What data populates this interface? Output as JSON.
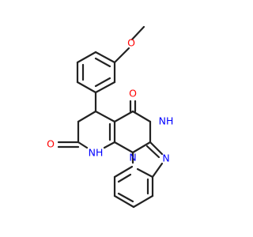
{
  "molecule": {
    "atoms": {
      "methoxy_o": {
        "symbol": "O",
        "color": "#ff0000"
      },
      "ketone_o": {
        "symbol": "O",
        "color": "#ff0000"
      },
      "amide_o": {
        "symbol": "O",
        "color": "#ff0000"
      },
      "nh_right": {
        "symbol": "NH",
        "color": "#0000ff"
      },
      "nh_left": {
        "symbol": "NH",
        "color": "#0000ff"
      },
      "n_ring": {
        "symbol": "N",
        "color": "#0000ff"
      },
      "n_fused": {
        "symbol": "N",
        "color": "#0000ff"
      }
    },
    "bond_color": "#222222"
  }
}
